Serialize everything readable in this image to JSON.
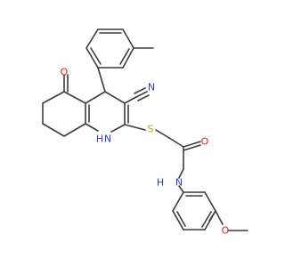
{
  "atoms": {
    "ketone_o": {
      "text": "O",
      "color": "#e0201b"
    },
    "cyano_n": {
      "text": "N",
      "color": "#2a3bd6"
    },
    "ring_nh": {
      "text": "H",
      "color": "#2a3bd6"
    },
    "ring_n": {
      "text": "N",
      "color": "#2a3bd6"
    },
    "thio_s": {
      "text": "S",
      "color": "#b8a300"
    },
    "amide_o": {
      "text": "O",
      "color": "#e0201b"
    },
    "amide_n": {
      "text": "N",
      "color": "#2a3bd6"
    },
    "amide_h": {
      "text": "H",
      "color": "#2a3bd6"
    },
    "methoxy_o": {
      "text": "O",
      "color": "#e0201b"
    }
  }
}
